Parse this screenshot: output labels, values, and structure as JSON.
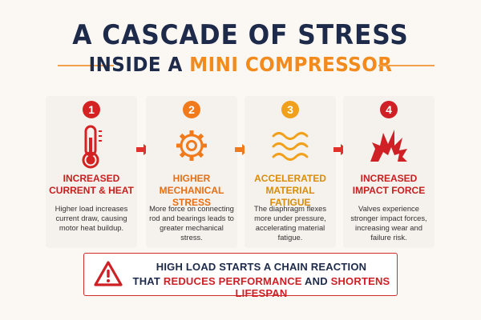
{
  "title": {
    "line1": "A CASCADE OF STRESS",
    "line2_prefix": "INSIDE A ",
    "line2_accent": "MINI COMPRESSOR"
  },
  "steps": [
    {
      "number": "1",
      "icon": "thermometer-icon",
      "heading_line1": "Increased",
      "heading_line2": "Current & Heat",
      "description": "Higher load increases current draw, causing motor heat buildup.",
      "color": "#d42222"
    },
    {
      "number": "2",
      "icon": "gear-icon",
      "heading_line1": "Higher",
      "heading_line2": "Mechanical Stress",
      "description": "More force on connecting rod and bearings leads to greater mechanical stress.",
      "color": "#f07a1c"
    },
    {
      "number": "3",
      "icon": "wave-icon",
      "heading_line1": "Accelerated",
      "heading_line2": "Material Fatigue",
      "description": "The diaphragm flexes more under pressure, accelerating material fatigue.",
      "color": "#f0a01a"
    },
    {
      "number": "4",
      "icon": "impact-burst-icon",
      "heading_line1": "Increased",
      "heading_line2": "Impact Force",
      "description": "Valves experience stronger impact forces, increasing wear and failure risk.",
      "color": "#cf2026"
    }
  ],
  "banner": {
    "icon": "warning-triangle-icon",
    "line1": "High load starts a chain reaction",
    "line2_a": "that ",
    "line2_b": "reduces performance",
    "line2_c": " and ",
    "line2_d": "shortens lifespan"
  }
}
